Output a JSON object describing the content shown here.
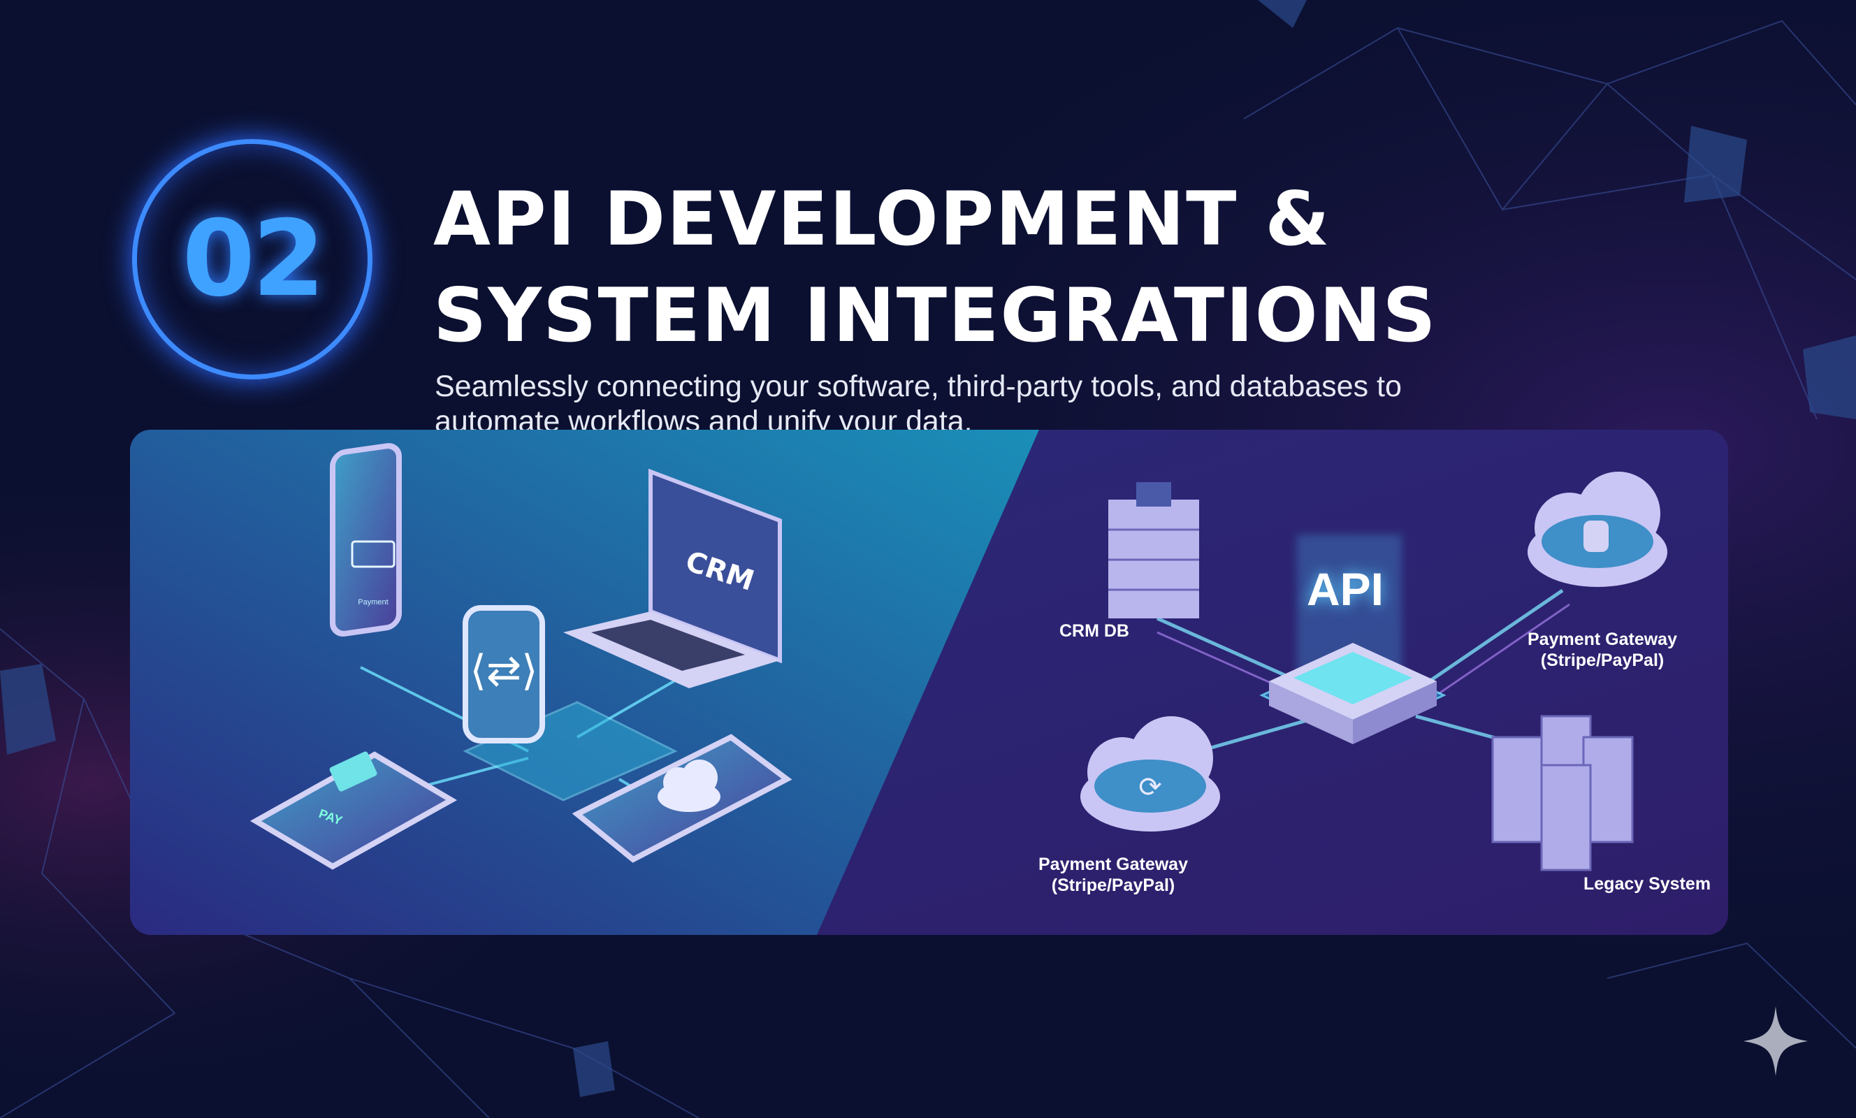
{
  "badge": {
    "number": "02"
  },
  "header": {
    "title_line1": "API DEVELOPMENT &",
    "title_line2": "SYSTEM INTEGRATIONS",
    "subtitle_line1": "Seamlessly connecting your software, third-party tools, and databases to",
    "subtitle_line2": "automate workflows and unify your data."
  },
  "left_illustration": {
    "laptop_screen_text": "CRM",
    "phone_button_text": "Payment",
    "tablet_button_text": "PAY",
    "icons": [
      "smartphone-icon",
      "laptop-icon",
      "api-connector-icon",
      "tablet-icon",
      "cloud-icon"
    ]
  },
  "right_diagram": {
    "hub_label": "API",
    "nodes": [
      {
        "label": "CRM DB",
        "icon": "database-server-icon"
      },
      {
        "label": "Payment Gateway\n(Stripe/PayPal)",
        "icon": "cloud-database-icon"
      },
      {
        "label": "Payment Gateway\n(Stripe/PayPal)",
        "icon": "cloud-sync-icon"
      },
      {
        "label": "Legacy System",
        "icon": "server-rack-icon"
      }
    ]
  },
  "colors": {
    "background": "#0b1030",
    "accent": "#3d8bff",
    "panel_left": "#1b6fa8",
    "panel_right": "#2a2478",
    "glow": "#5fd0ff"
  }
}
